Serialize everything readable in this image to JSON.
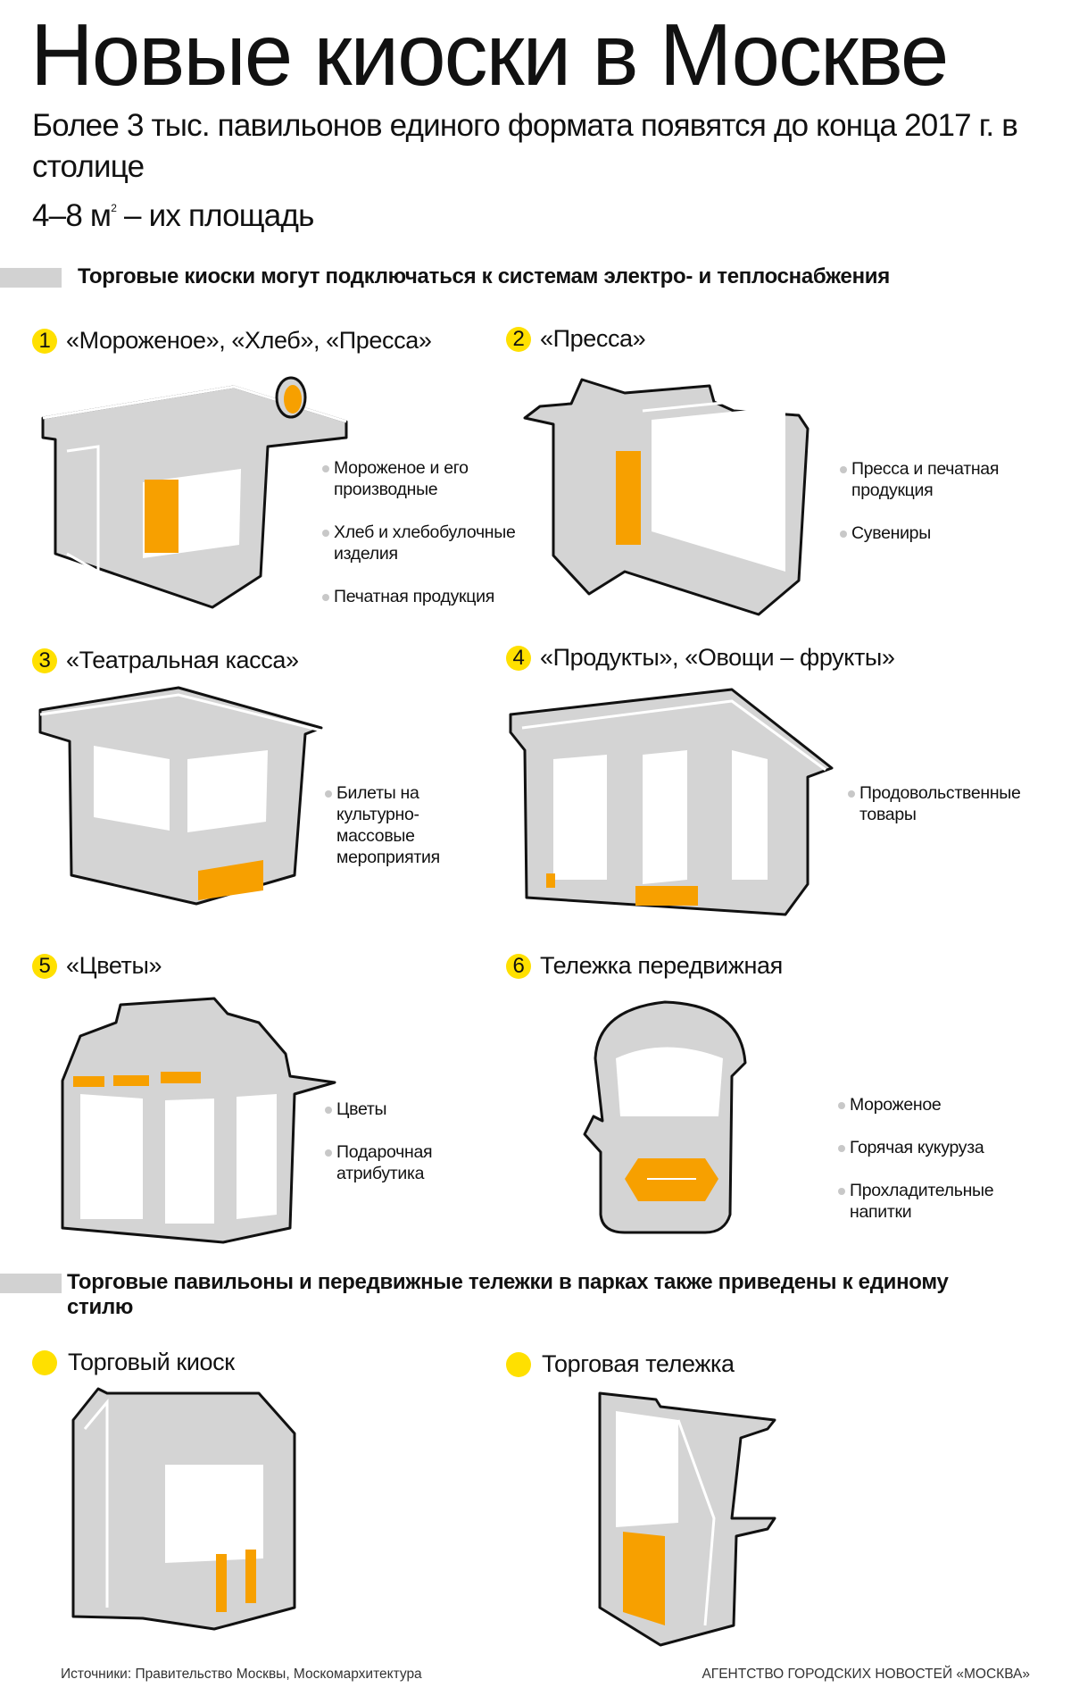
{
  "title": "Новые киоски в Москве",
  "subtitle": "Более 3 тыс. павильонов единого формата появятся до конца 2017 г. в столице",
  "area": {
    "text": "4–8 м",
    "sup": "2",
    "rest": " – их площадь"
  },
  "section1": "Торговые киоски могут подключаться к системам электро- и теплоснабжения",
  "kiosks": [
    {
      "num": "1",
      "title": "«Мороженое», «Хлеб», «Пресса»",
      "items": [
        "Мороженое и его производные",
        "Хлеб и хлебобулочные изделия",
        "Печатная продукция"
      ]
    },
    {
      "num": "2",
      "title": "«Пресса»",
      "items": [
        "Пресса и печатная продукция",
        "Сувениры"
      ]
    },
    {
      "num": "3",
      "title": "«Театральная касса»",
      "items": [
        "Билеты на культурно-массовые мероприятия"
      ]
    },
    {
      "num": "4",
      "title": "«Продукты», «Овощи – фрукты»",
      "items": [
        "Продовольственные товары"
      ]
    },
    {
      "num": "5",
      "title": "«Цветы»",
      "items": [
        "Цветы",
        "Подарочная атрибутика"
      ]
    },
    {
      "num": "6",
      "title": "Тележка передвижная",
      "items": [
        "Мороженое",
        "Горячая кукуруза",
        "Прохладительные напитки"
      ]
    }
  ],
  "section2": "Торговые павильоны и передвижные тележки в парках также приведены к единому стилю",
  "park": [
    {
      "title": "Торговый киоск"
    },
    {
      "title": "Торговая тележка"
    }
  ],
  "footer": {
    "sources": "Источники: Правительство Москвы, Москомархитектура",
    "agency": "АГЕНТСТВО ГОРОДСКИХ НОВОСТЕЙ «МОСКВА»"
  },
  "colors": {
    "accent": "#f7a000",
    "badge": "#ffe000",
    "gray": "#d4d4d4"
  }
}
